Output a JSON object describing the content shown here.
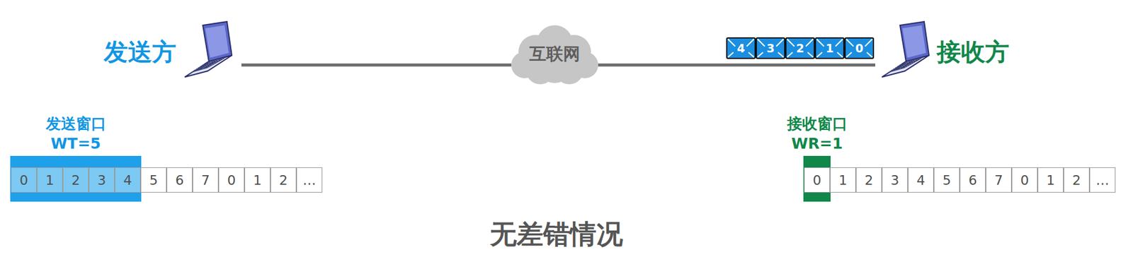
{
  "diagram": {
    "caption": "无差错情况",
    "nodes": [
      {
        "text": [
          "发送方"
        ]
      },
      {
        "text": [
          "互联网"
        ]
      },
      {
        "text": [
          "4"
        ]
      },
      {
        "text": [
          "3"
        ]
      },
      {
        "text": [
          "2"
        ]
      },
      {
        "text": [
          "1"
        ]
      },
      {
        "text": [
          "0"
        ]
      },
      {
        "text": [
          "接收方"
        ]
      },
      {
        "text": [
          "发送窗口",
          "WT=5"
        ]
      },
      {
        "text": [
          "0"
        ],
        "in": 8
      },
      {
        "text": [
          "1"
        ],
        "in": 8
      },
      {
        "text": [
          "2"
        ],
        "in": 8
      },
      {
        "text": [
          "3"
        ],
        "in": 8
      },
      {
        "text": [
          "4"
        ],
        "in": 8
      },
      {
        "text": [
          "5"
        ]
      },
      {
        "text": [
          "6"
        ]
      },
      {
        "text": [
          "7"
        ]
      },
      {
        "text": [
          "0"
        ]
      },
      {
        "text": [
          "1"
        ]
      },
      {
        "text": [
          "2"
        ]
      },
      {
        "text": [
          "…"
        ]
      },
      {
        "text": [
          "接收窗口",
          "WR=1"
        ]
      },
      {
        "text": [
          "0"
        ],
        "in": 21
      },
      {
        "text": [
          "1"
        ]
      },
      {
        "text": [
          "2"
        ]
      },
      {
        "text": [
          "3"
        ]
      },
      {
        "text": [
          "4"
        ]
      },
      {
        "text": [
          "5"
        ]
      },
      {
        "text": [
          "6"
        ]
      },
      {
        "text": [
          "7"
        ]
      },
      {
        "text": [
          "0"
        ]
      },
      {
        "text": [
          "1"
        ]
      },
      {
        "text": [
          "2"
        ]
      },
      {
        "text": [
          "…"
        ]
      }
    ],
    "edges": [
      {
        "from": 0,
        "to": 1,
        "arrow": "none"
      },
      {
        "from": 1,
        "to": 7,
        "arrow": "none"
      }
    ]
  }
}
